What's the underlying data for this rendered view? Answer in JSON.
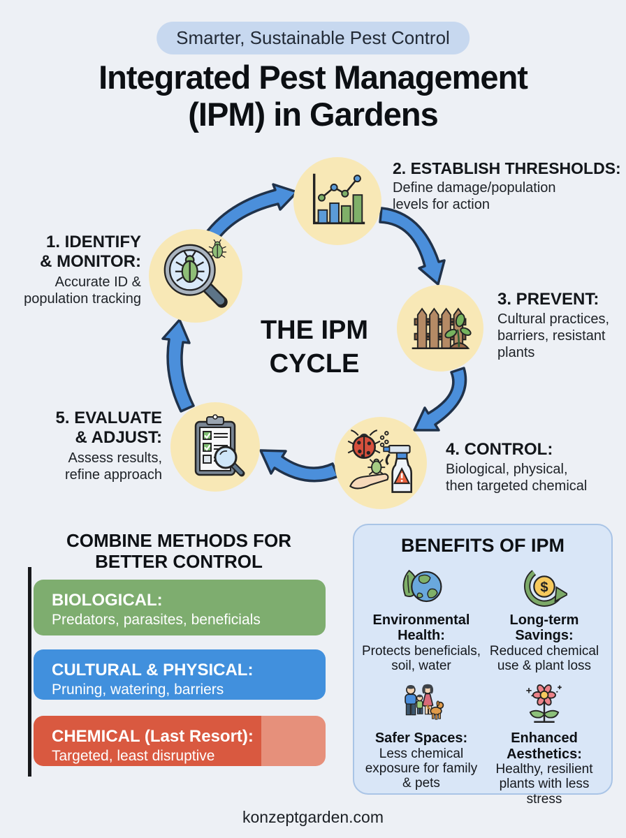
{
  "header": {
    "badge": "Smarter, Sustainable Pest Control",
    "title": "Integrated Pest Management\n(IPM) in Gardens"
  },
  "cycle": {
    "center_title": "THE IPM\nCYCLE",
    "steps": [
      {
        "label": "1. IDENTIFY\n& MONITOR:",
        "desc": "Accurate ID &\npopulation tracking",
        "icon": "magnifier-bug-icon"
      },
      {
        "label": "2. ESTABLISH THRESHOLDS:",
        "desc": "Define damage/population\nlevels for action",
        "icon": "bar-chart-icon"
      },
      {
        "label": "3. PREVENT:",
        "desc": "Cultural practices,\nbarriers, resistant\nplants",
        "icon": "fence-sprout-icon"
      },
      {
        "label": "4. CONTROL:",
        "desc": "Biological, physical,\nthen targeted chemical",
        "icon": "ladybug-spray-icon"
      },
      {
        "label": "5. EVALUATE\n& ADJUST:",
        "desc": "Assess results,\nrefine approach",
        "icon": "clipboard-magnifier-icon"
      }
    ]
  },
  "methods": {
    "heading": "COMBINE METHODS FOR\nBETTER CONTROL",
    "bars": [
      {
        "label": "BIOLOGICAL:",
        "desc": "Predators, parasites, beneficials",
        "color": "#7ead6f"
      },
      {
        "label": "CULTURAL & PHYSICAL:",
        "desc": "Pruning, watering, barriers",
        "color": "#4190dd"
      },
      {
        "label": "CHEMICAL (Last Resort):",
        "desc": "Targeted, least disruptive",
        "color": "#d95940",
        "tail_color": "#e6907b"
      }
    ]
  },
  "benefits": {
    "heading": "BENEFITS OF IPM",
    "items": [
      {
        "label": "Environmental\nHealth:",
        "desc": "Protects beneficials,\nsoil, water",
        "icon": "earth-leaf-icon"
      },
      {
        "label": "Long-term\nSavings:",
        "desc": "Reduced chemical\nuse & plant loss",
        "icon": "coin-cycle-icon"
      },
      {
        "label": "Safer Spaces:",
        "desc": "Less chemical\nexposure for family\n& pets",
        "icon": "family-pets-icon"
      },
      {
        "label": "Enhanced\nAesthetics:",
        "desc": "Healthy, resilient\nplants with less\nstress",
        "icon": "flower-icon"
      }
    ]
  },
  "footer": {
    "url": "konzeptgarden.com"
  },
  "colors": {
    "background": "#edf0f5",
    "ink": "#101418",
    "badge_bg": "#c7d8ef",
    "circle_fill": "#f8e8b6",
    "arrow_blue": "#4b8fdb",
    "arrow_outline": "#20324a",
    "biological_green": "#7ead6f",
    "cultural_blue": "#4190dd",
    "chemical_red": "#d95940",
    "chemical_red_light": "#e6907b",
    "panel_bg": "#d9e6f7",
    "panel_border": "#a9c4e6"
  }
}
